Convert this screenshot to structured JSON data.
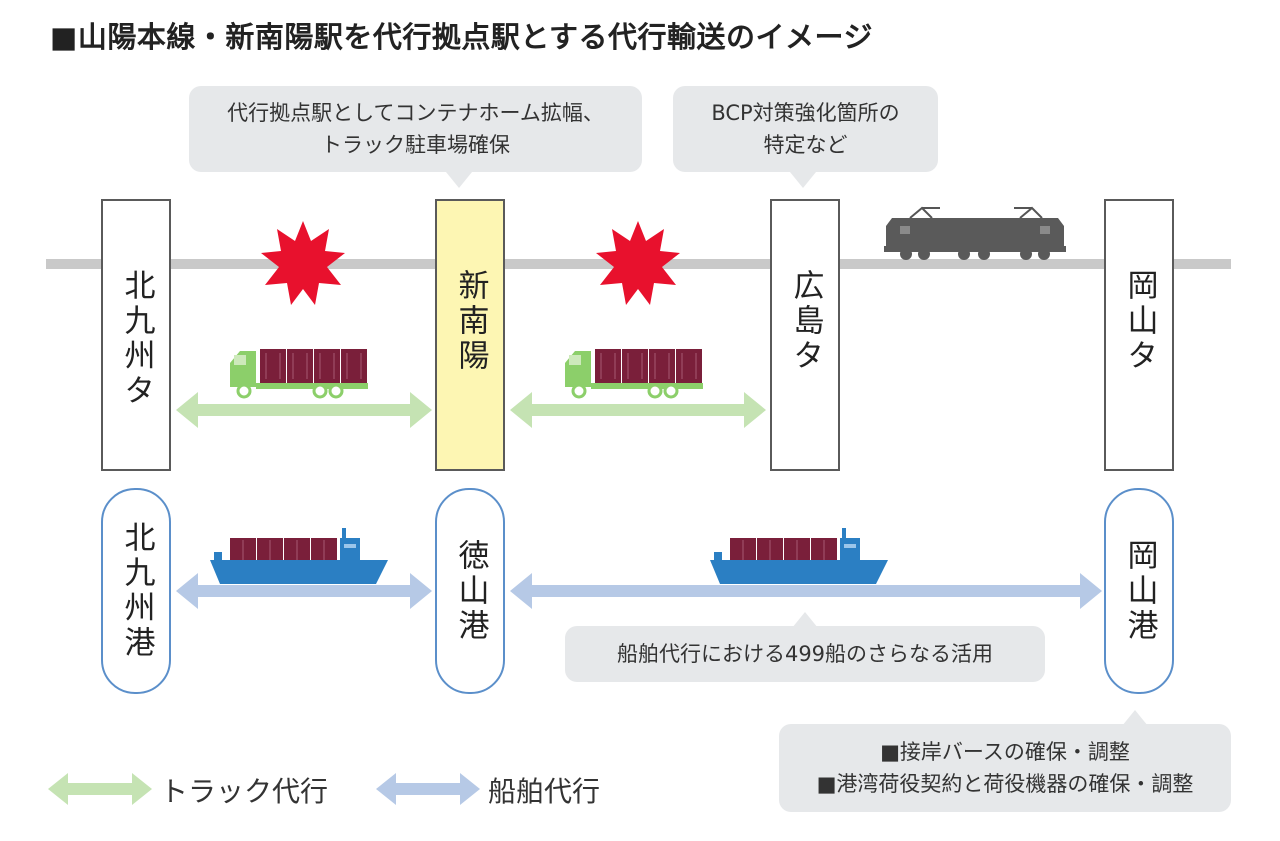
{
  "title": "■山陽本線・新南陽駅を代行拠点駅とする代行輸送のイメージ",
  "callouts": {
    "shinnanyo_line1": "代行拠点駅としてコンテナホーム拡幅、",
    "shinnanyo_line2": "トラック駐車場確保",
    "hiroshima_line1": "BCP対策強化箇所の",
    "hiroshima_line2": "特定など",
    "ship_usage": "船舶代行における499船のさらなる活用",
    "port_line1": "■接岸バースの確保・調整",
    "port_line2": "■港湾荷役契約と荷役機器の確保・調整"
  },
  "stations": [
    {
      "label": "北九州タ"
    },
    {
      "label": "新南陽"
    },
    {
      "label": "広島タ"
    },
    {
      "label": "岡山タ"
    }
  ],
  "ports": [
    {
      "label": "北九州港"
    },
    {
      "label": "徳山港"
    },
    {
      "label": "岡山港"
    }
  ],
  "legend": {
    "truck": "トラック代行",
    "ship": "船舶代行"
  },
  "colors": {
    "truck_arrow": "#c5e3b3",
    "ship_arrow": "#b6c9e6",
    "rail": "#c9c9c9",
    "burst": "#e8112d",
    "highlight_station": "#fdf6b3",
    "port_border": "#5b8fca",
    "container": "#7a1f3a",
    "truck_cab": "#8ccf6a",
    "ship_hull": "#2b7fc3"
  },
  "icons": [
    "burst-icon",
    "truck-icon",
    "ship-icon",
    "locomotive-icon"
  ]
}
